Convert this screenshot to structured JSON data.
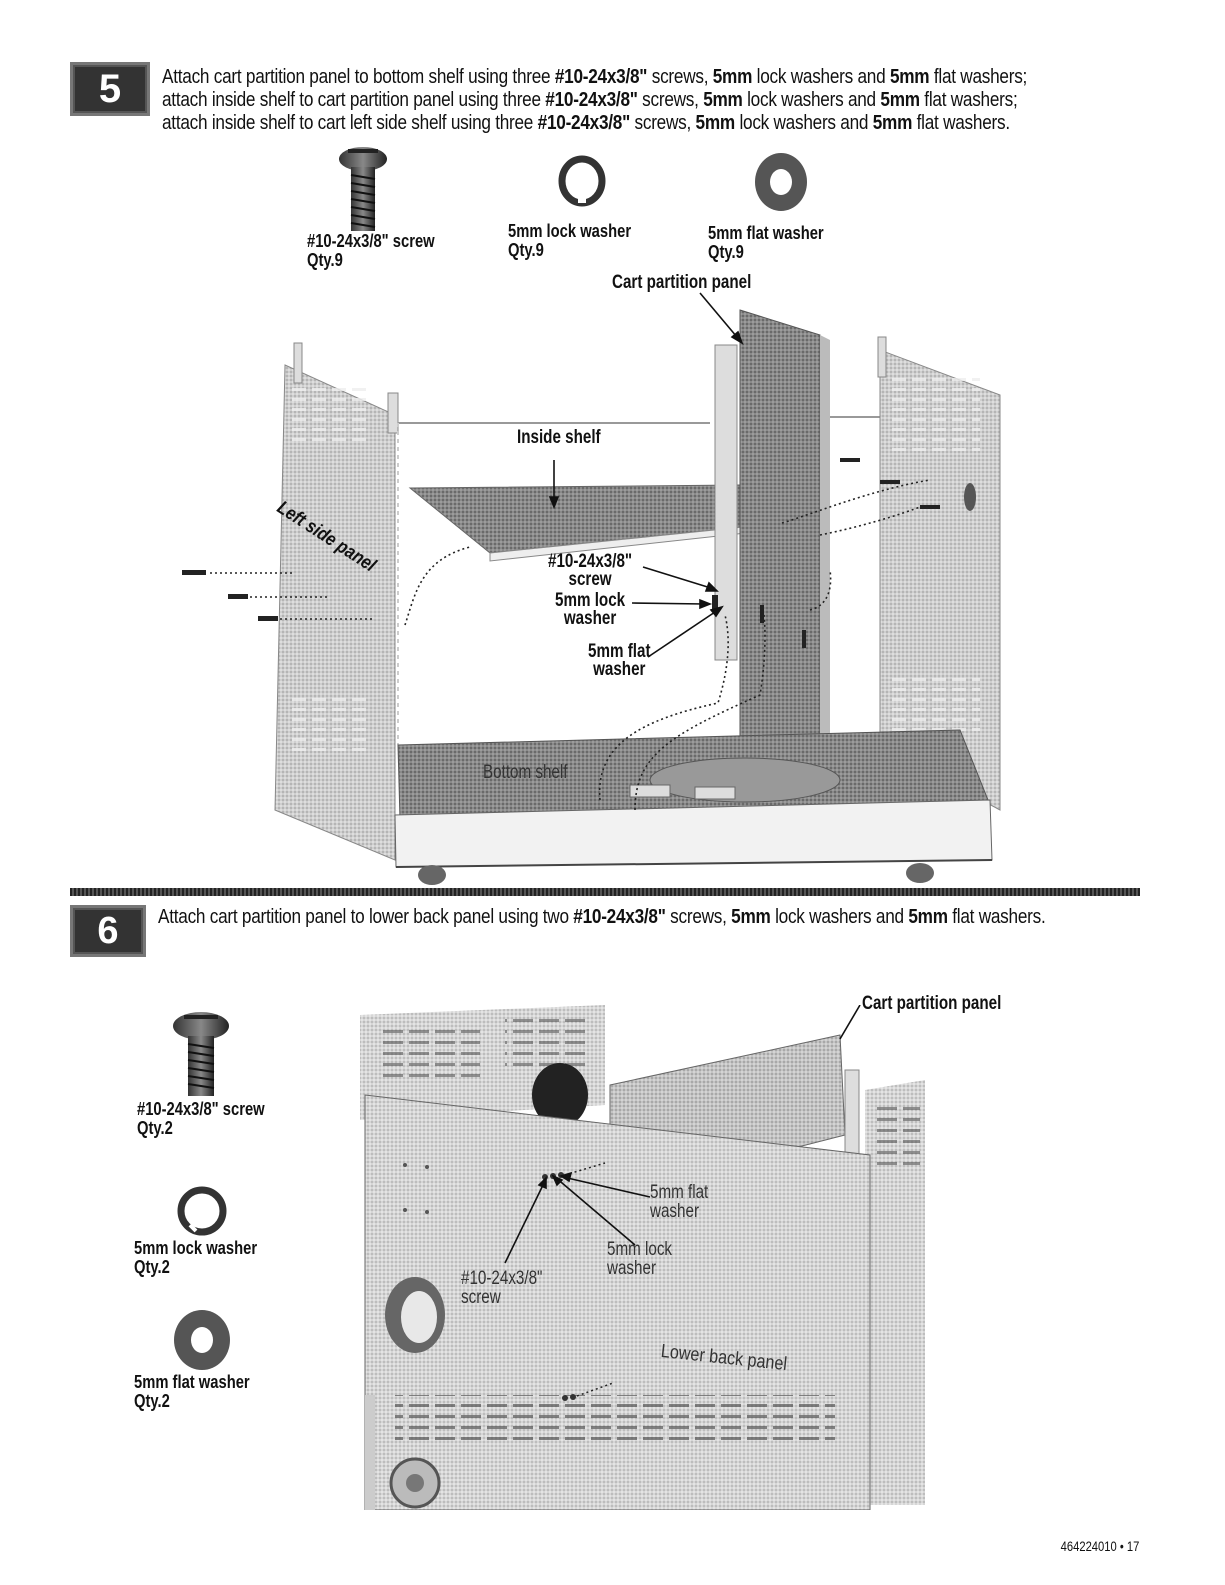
{
  "step5": {
    "number": "5",
    "instructions": [
      [
        "Attach cart partition panel to bottom shelf using three ",
        "#10-24x3/8\"",
        " screws, ",
        "5mm",
        " lock washers and ",
        "5mm",
        " flat washers;"
      ],
      [
        "attach inside shelf to cart partition panel using three ",
        "#10-24x3/8\"",
        " screws, ",
        "5mm",
        " lock washers and ",
        "5mm",
        " flat washers;"
      ],
      [
        "attach inside shelf to cart left side shelf using three ",
        "#10-24x3/8\"",
        " screws, ",
        "5mm",
        " lock washers and ",
        "5mm",
        " flat washers."
      ]
    ],
    "parts": {
      "screw_name": "#10-24x3/8\" screw",
      "screw_qty": "Qty.9",
      "lock_name": "5mm lock washer",
      "lock_qty": "Qty.9",
      "flat_name": "5mm flat washer",
      "flat_qty": "Qty.9"
    },
    "callouts": {
      "cart_partition_panel": "Cart partition panel",
      "inside_shelf": "Inside shelf",
      "left_side_panel": "Left side panel",
      "screw_a": "#10-24x3/8\"",
      "screw_b": "screw",
      "lock_a": "5mm lock",
      "lock_b": "washer",
      "flat_a": "5mm flat",
      "flat_b": "washer",
      "bottom_shelf": "Bottom shelf"
    }
  },
  "step6": {
    "number": "6",
    "instruction": [
      "Attach cart partition panel to lower back panel using two ",
      "#10-24x3/8\"",
      " screws, ",
      "5mm",
      " lock washers and ",
      "5mm",
      " flat washers."
    ],
    "parts": {
      "screw_name": "#10-24x3/8\" screw",
      "screw_qty": "Qty.2",
      "lock_name": "5mm lock washer",
      "lock_qty": "Qty.2",
      "flat_name": "5mm flat washer",
      "flat_qty": "Qty.2"
    },
    "callouts": {
      "cart_partition_panel": "Cart partition panel",
      "flat_a": "5mm flat",
      "flat_b": "washer",
      "lock_a": "5mm lock",
      "lock_b": "washer",
      "screw_a": "#10-24x3/8\"",
      "screw_b": "screw",
      "lower_back_panel": "Lower back panel"
    }
  },
  "footer": {
    "page_ref": "464224010 • 17"
  }
}
